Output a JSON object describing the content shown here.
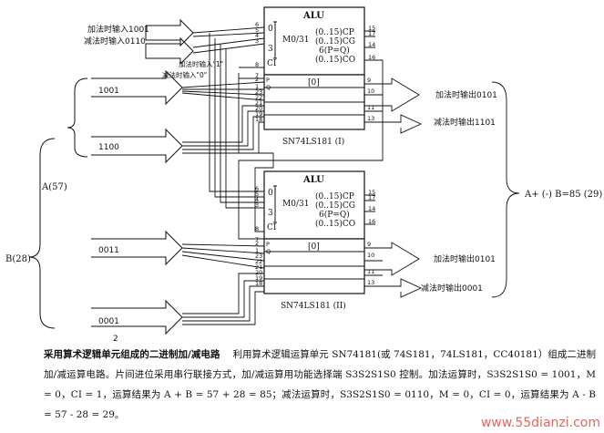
{
  "top_inputs": {
    "add_input": "加法时输入1001",
    "sub_input": "减法时输入0110",
    "add_ci": "加法时输入\"1\"",
    "sub_ci": "减法时输入\"0\""
  },
  "left_inputs": {
    "a_upper": "1001",
    "a_lower": "1100",
    "b_upper": "0011",
    "b_lower": "0001",
    "brace_a": "A(57)",
    "brace_b": "B(28)",
    "carry_label": "2"
  },
  "chips": [
    {
      "title": "ALU",
      "mode": "M0/31",
      "name": "SN74LS181 (I)",
      "func_cp": "(0..15)CP",
      "func_cg": "(0..15)CG",
      "func_pq": "6(P=Q)",
      "func_co": "(0..15)CO",
      "sel0": "0",
      "sel3": "3",
      "ci": "CI",
      "pq": "P",
      "q": "Q",
      "sum": "[0]",
      "in_pins": [
        "6",
        "5",
        "4",
        "3",
        "8",
        "7",
        "2",
        "1",
        "23",
        "22",
        "21",
        "20",
        "19",
        "18"
      ],
      "right_pins": [
        "15",
        "17",
        "14",
        "16"
      ],
      "out_pins": [
        "9",
        "10",
        "11",
        "13"
      ]
    },
    {
      "title": "ALU",
      "mode": "M0/31",
      "name": "SN74LS181 (II)",
      "func_cp": "(0..15)CP",
      "func_cg": "(0..15)CG",
      "func_pq": "6(P=Q)",
      "func_co": "(0..15)CO",
      "sel0": "0",
      "sel3": "3",
      "ci": "CI",
      "pq": "P",
      "q": "Q",
      "sum": "[0]",
      "in_pins": [
        "6",
        "5",
        "4",
        "3",
        "8",
        "7",
        "2",
        "1",
        "23",
        "22",
        "21",
        "20",
        "19",
        "18"
      ],
      "right_pins": [
        "15",
        "17",
        "14",
        "16"
      ],
      "out_pins": [
        "9",
        "10",
        "11",
        "13"
      ]
    }
  ],
  "outputs": {
    "chip1_add": "加法时输出0101",
    "chip1_sub": "减法时输出1101",
    "chip2_add": "加法时输出0101",
    "chip2_sub": "减法时输出0001",
    "result": "A+ (-) B=85 (29)"
  },
  "caption": {
    "title": "采用算术逻辑单元组成的二进制加/减电路",
    "body": "利用算术逻辑运算单元 SN74181(或 74S181，74LS181，CC40181）组成二进制加/减运算电路。片间进位采用串行联接方式，加/减运算用功能选择端 S3S2S1S0 控制。加法运算时，S3S2S1S0 = 1001，M = 0，CI = 1，运算结果为 A + B = 57 + 28 = 85；减法运算时，S3S2S1S0 = 0110，M = 0，CI = 0，运算结果为 A - B = 57 - 28 = 29。"
  },
  "watermark": "www.55dianzi.com"
}
